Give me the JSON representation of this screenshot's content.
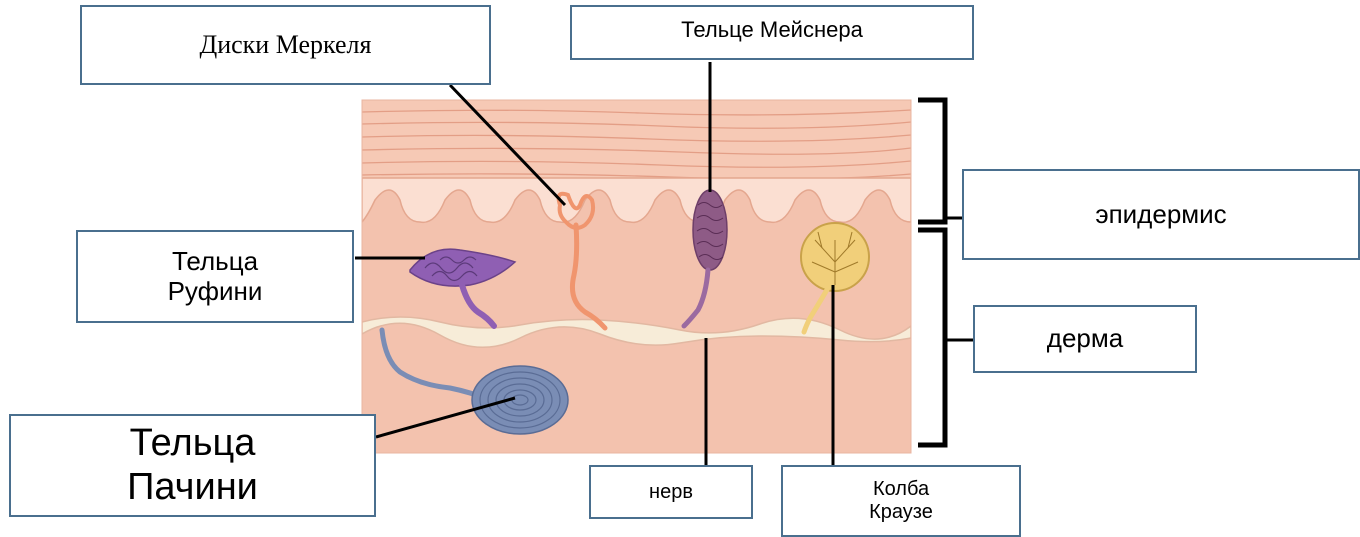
{
  "labels": {
    "merkel": "Диски Меркеля",
    "meissner": "Тельце Мейснера",
    "ruffini_line1": "Тельца",
    "ruffini_line2": "Руфини",
    "epidermis": "эпидермис",
    "derma": "дерма",
    "pacini_line1": "Тельца",
    "pacini_line2": "Пачини",
    "nerve": "нерв",
    "krause_line1": "Колба",
    "krause_line2": "Краузе"
  },
  "colors": {
    "skin_background": "#f3c2ae",
    "stratum_corneum": "#f6c9b5",
    "epidermis_lower": "#fbdfd2",
    "nerve_fiber": "#f7ecd8",
    "ruffini": "#8f5fb3",
    "meissner": "#8e5b86",
    "merkel": "#f0956e",
    "pacini": "#7a8db5",
    "krause": "#f1cf7a",
    "label_border": "#4a6f8e"
  }
}
